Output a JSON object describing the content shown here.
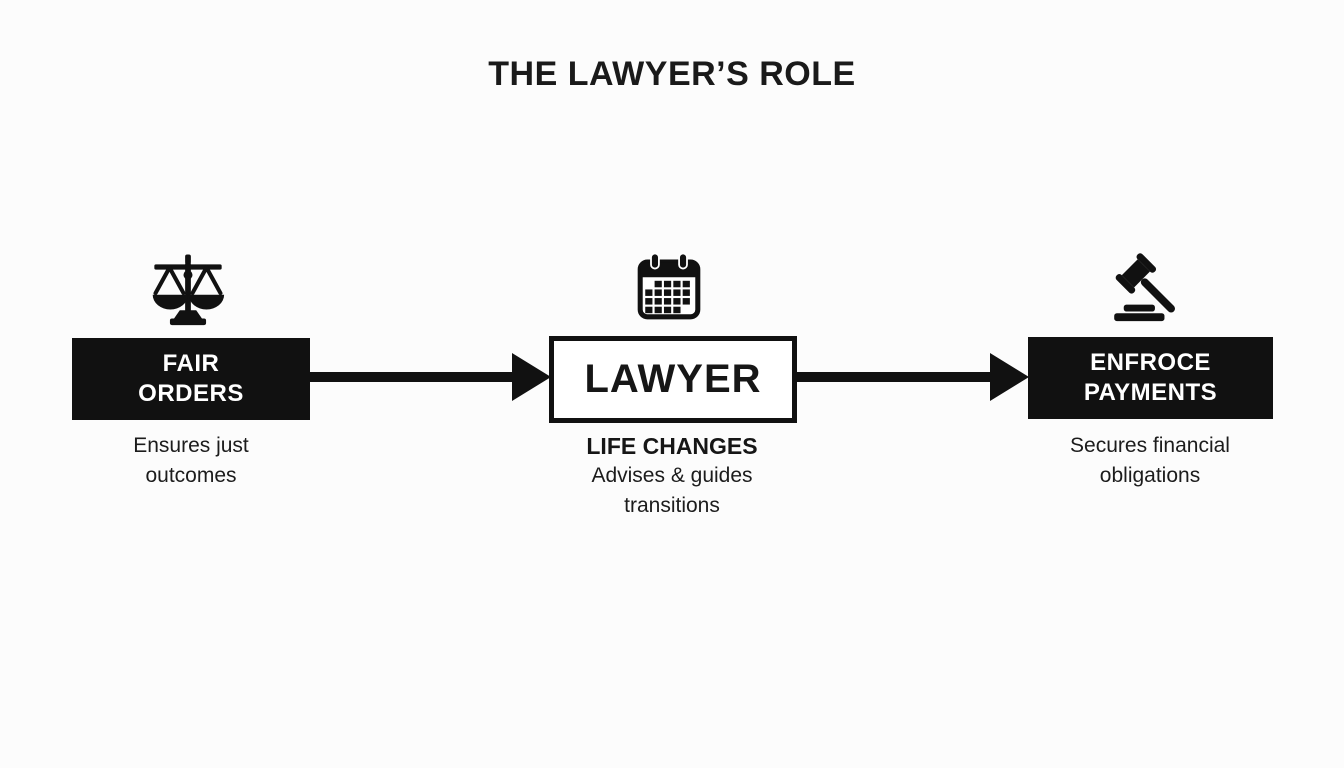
{
  "title": "THE LAWYER’S ROLE",
  "colors": {
    "ink": "#111111",
    "box_fill": "#111111",
    "box_text": "#ffffff",
    "outline_box_fill": "#ffffff",
    "background": "#fcfcfc"
  },
  "nodes": {
    "left": {
      "icon": "scales-of-justice-icon",
      "label_lines": [
        "FAIR",
        "ORDERS"
      ],
      "caption": "Ensures just outcomes"
    },
    "center": {
      "icon": "calendar-icon",
      "label": "LAWYER",
      "subtitle": "LIFE CHANGES",
      "caption": "Advises & guides transitions"
    },
    "right": {
      "icon": "gavel-icon",
      "label_lines": [
        "ENFROCE",
        "PAYMENTS"
      ],
      "caption": "Secures financial obligations"
    }
  },
  "arrows": [
    {
      "from": "fair-orders",
      "to": "lawyer",
      "direction": "right"
    },
    {
      "from": "lawyer",
      "to": "enforce-payments",
      "direction": "right"
    }
  ]
}
